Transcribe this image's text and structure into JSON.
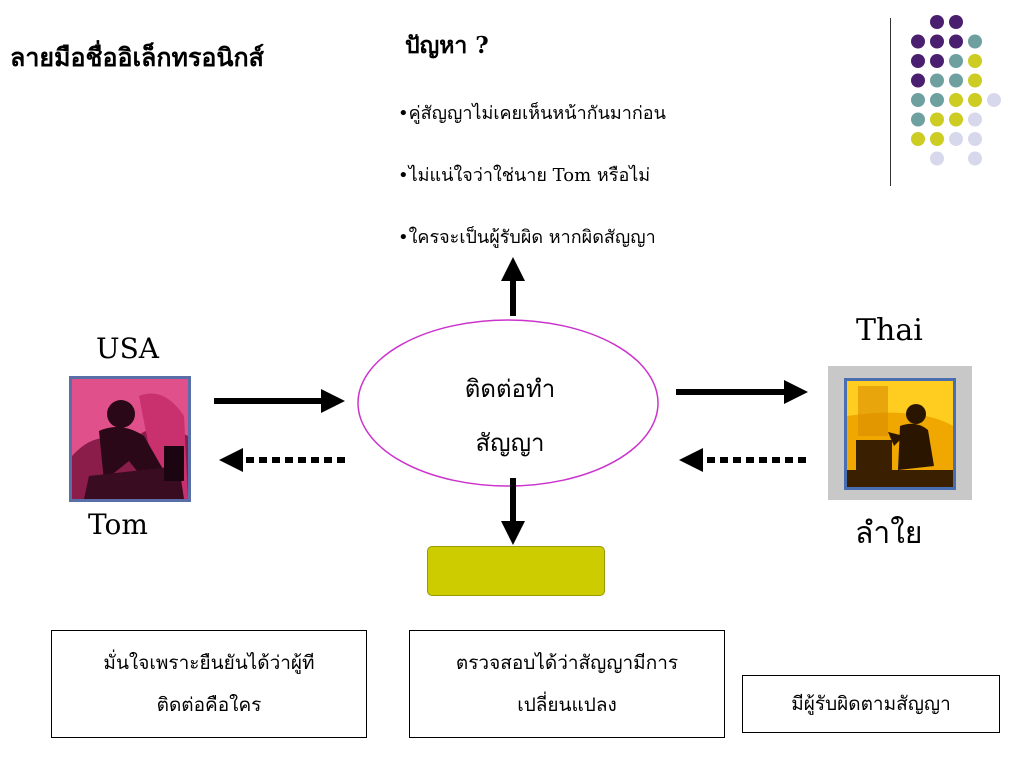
{
  "slide": {
    "title": "ลายมือชื่ออิเล็กทรอนิกส์",
    "problem": {
      "heading": "ปัญหา ?",
      "items": [
        "•คู่สัญญาไม่เคยเห็นหน้ากันมาก่อน",
        "•ไม่แน่ใจว่าใช่นาย Tom หรือไม่",
        "•ใครจะเป็นผู้รับผิด หากผิดสัญญา"
      ]
    },
    "left_party": {
      "country": "USA",
      "name": "Tom"
    },
    "right_party": {
      "country": "Thai",
      "name": "ลำใย"
    },
    "center": {
      "line1": "ติดต่อทำ",
      "line2": "สัญญา"
    },
    "bottom_boxes": {
      "left": {
        "line1": "มั่นใจเพราะยืนยันได้ว่าผู้ที",
        "line2": "ติดต่อคือใคร"
      },
      "middle": {
        "line1": "ตรวจสอบได้ว่าสัญญามีการ",
        "line2": "เปลี่ยนแปลง"
      },
      "right": {
        "line1": "มีผู้รับผิดตามสัญญา"
      }
    },
    "colors": {
      "ellipse_stroke": "#cc33cc",
      "hash_box_fill": "#cccc00",
      "dot_purple": "#4b1f6f",
      "dot_teal": "#6fa0a0",
      "dot_yellow": "#cccc22",
      "dot_lavender": "#d8d8ec"
    },
    "icons": {
      "left_photo": "man-at-computer-photo-icon",
      "right_photo": "woman-at-computer-photo-icon"
    }
  }
}
